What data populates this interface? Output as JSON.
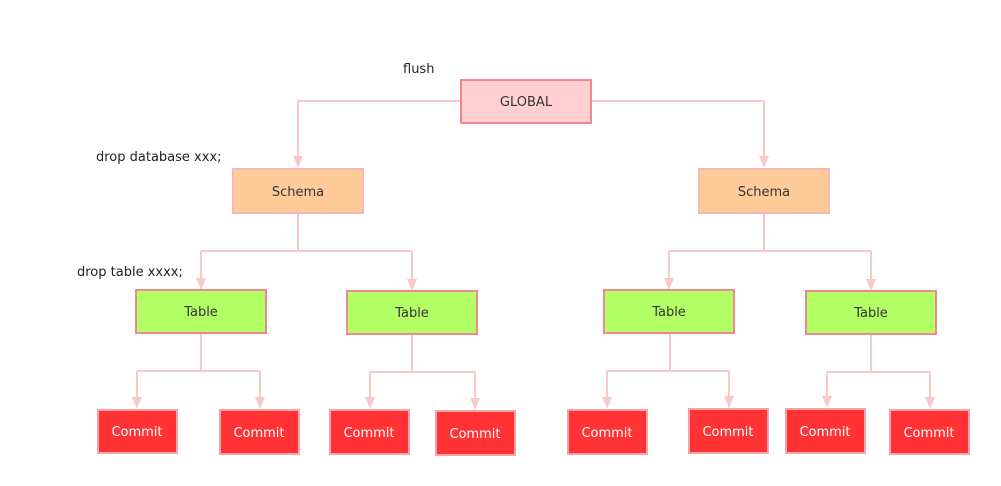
{
  "colors": {
    "connector": "#f8c9cb",
    "global_fill": "#ffcfd2",
    "global_border": "#f0898f",
    "schema_fill": "#ffcc99",
    "schema_border": "#f5b6b6",
    "table_fill": "#b2ff66",
    "table_border": "#f0898f",
    "commit_fill": "#ff3333",
    "commit_border": "#f5a3a7"
  },
  "annotations": {
    "global": "flush",
    "schema": "drop database xxx;",
    "table": "drop table xxxx;"
  },
  "tree": {
    "label": "GLOBAL",
    "children": [
      {
        "label": "Schema",
        "children": [
          {
            "label": "Table",
            "children": [
              {
                "label": "Commit"
              },
              {
                "label": "Commit"
              }
            ]
          },
          {
            "label": "Table",
            "children": [
              {
                "label": "Commit"
              },
              {
                "label": "Commit"
              }
            ]
          }
        ]
      },
      {
        "label": "Schema",
        "children": [
          {
            "label": "Table",
            "children": [
              {
                "label": "Commit"
              },
              {
                "label": "Commit"
              }
            ]
          },
          {
            "label": "Table",
            "children": [
              {
                "label": "Commit"
              },
              {
                "label": "Commit"
              }
            ]
          }
        ]
      }
    ]
  }
}
